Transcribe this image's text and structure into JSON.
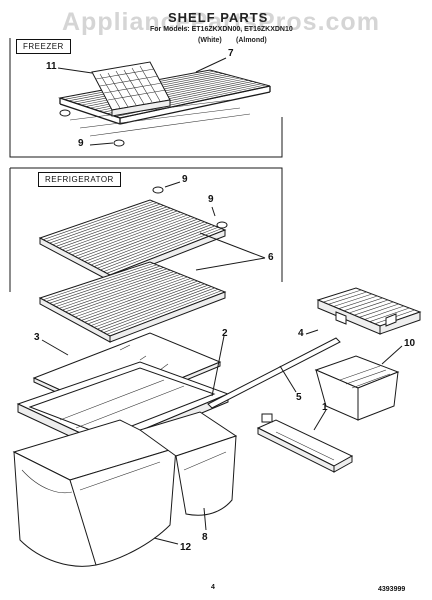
{
  "watermark": "AppliancePartsPros.com",
  "title": "SHELF PARTS",
  "subtitle_model": "For Models: ET16ZKXDN00, ET16ZKXDN10",
  "subtitle_white": "(White)",
  "subtitle_almond": "(Almond)",
  "sections": {
    "freezer": "FREEZER",
    "refrigerator": "REFRIGERATOR"
  },
  "callouts": [
    {
      "id": "11",
      "label": "11"
    },
    {
      "id": "7",
      "label": "7"
    },
    {
      "id": "9a",
      "label": "9"
    },
    {
      "id": "9b",
      "label": "9"
    },
    {
      "id": "9c",
      "label": "9"
    },
    {
      "id": "6",
      "label": "6"
    },
    {
      "id": "3",
      "label": "3"
    },
    {
      "id": "2",
      "label": "2"
    },
    {
      "id": "4",
      "label": "4"
    },
    {
      "id": "10",
      "label": "10"
    },
    {
      "id": "5",
      "label": "5"
    },
    {
      "id": "1",
      "label": "1"
    },
    {
      "id": "8",
      "label": "8"
    },
    {
      "id": "12",
      "label": "12"
    }
  ],
  "footer": {
    "page_number": "4",
    "doc_number": "4393999"
  },
  "colors": {
    "line": "#1a1a1a",
    "watermark": "#d5d5d5",
    "background": "#ffffff"
  }
}
